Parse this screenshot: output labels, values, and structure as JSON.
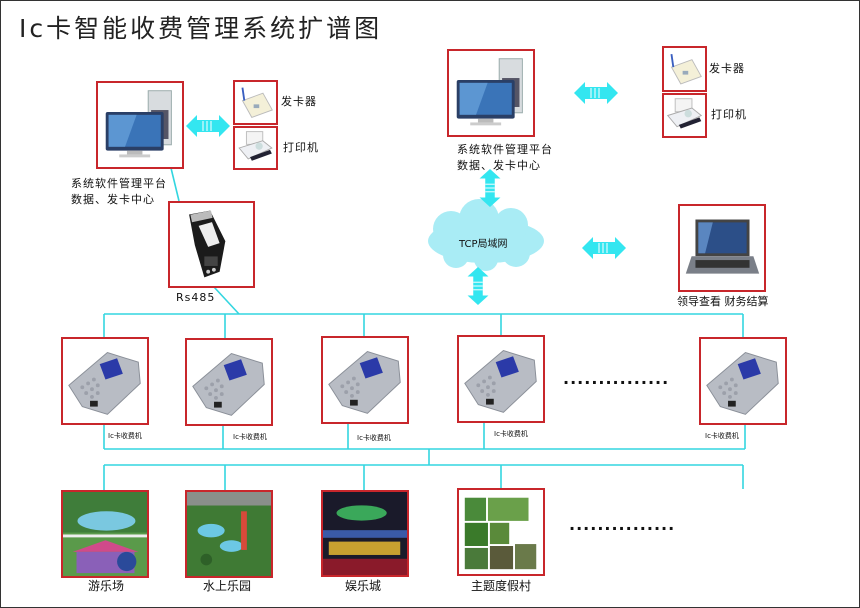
{
  "title": "Ic卡智能收费管理系统扩谱图",
  "colors": {
    "box_border": "#c8262b",
    "line": "#33d6e0",
    "arrow": "#33e6f0",
    "cloud": "#a9ecf5"
  },
  "left_station": {
    "platform_line1": "系统软件管理平台",
    "platform_line2": "数据、发卡中心",
    "card_issuer": "发卡器",
    "printer": "打印机",
    "converter": "Rs485"
  },
  "right_station": {
    "platform_line1": "系统软件管理平台",
    "platform_line2": "数据、发卡中心",
    "card_issuer": "发卡器",
    "printer": "打印机",
    "network": "TCP局域网",
    "laptop_label": "领导查看 财务结算"
  },
  "terminals": [
    {
      "label": "Ic卡收费机"
    },
    {
      "label": "Ic卡收费机"
    },
    {
      "label": "Ic卡收费机"
    },
    {
      "label": "Ic卡收费机"
    },
    {
      "label": "Ic卡收费机"
    }
  ],
  "terminals_ellipsis": "...............",
  "venues": [
    {
      "label": "游乐场"
    },
    {
      "label": "水上乐园"
    },
    {
      "label": "娱乐城"
    },
    {
      "label": "主题度假村"
    }
  ],
  "venues_ellipsis": "..............."
}
